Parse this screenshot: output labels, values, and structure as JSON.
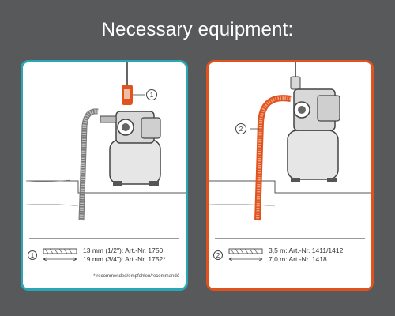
{
  "title": "Necessary equipment:",
  "left_panel": {
    "callout": "1",
    "row_number": "1",
    "line1": "13 mm (1/2\"): Art.-Nr. 1750",
    "line2": "19 mm (3/4\"): Art.-Nr. 1752*",
    "footnote": "* recommended/empfohlen/recommandé",
    "accent": "#2aa7b5"
  },
  "right_panel": {
    "callout": "2",
    "row_number": "2",
    "line1": "3,5 m: Art.-Nr. 1411/1412",
    "line2": "7,0 m: Art.-Nr. 1418",
    "accent": "#e0531f"
  },
  "icons": [
    "water-pump-icon",
    "suction-hose-icon",
    "hose-sample-icon"
  ]
}
